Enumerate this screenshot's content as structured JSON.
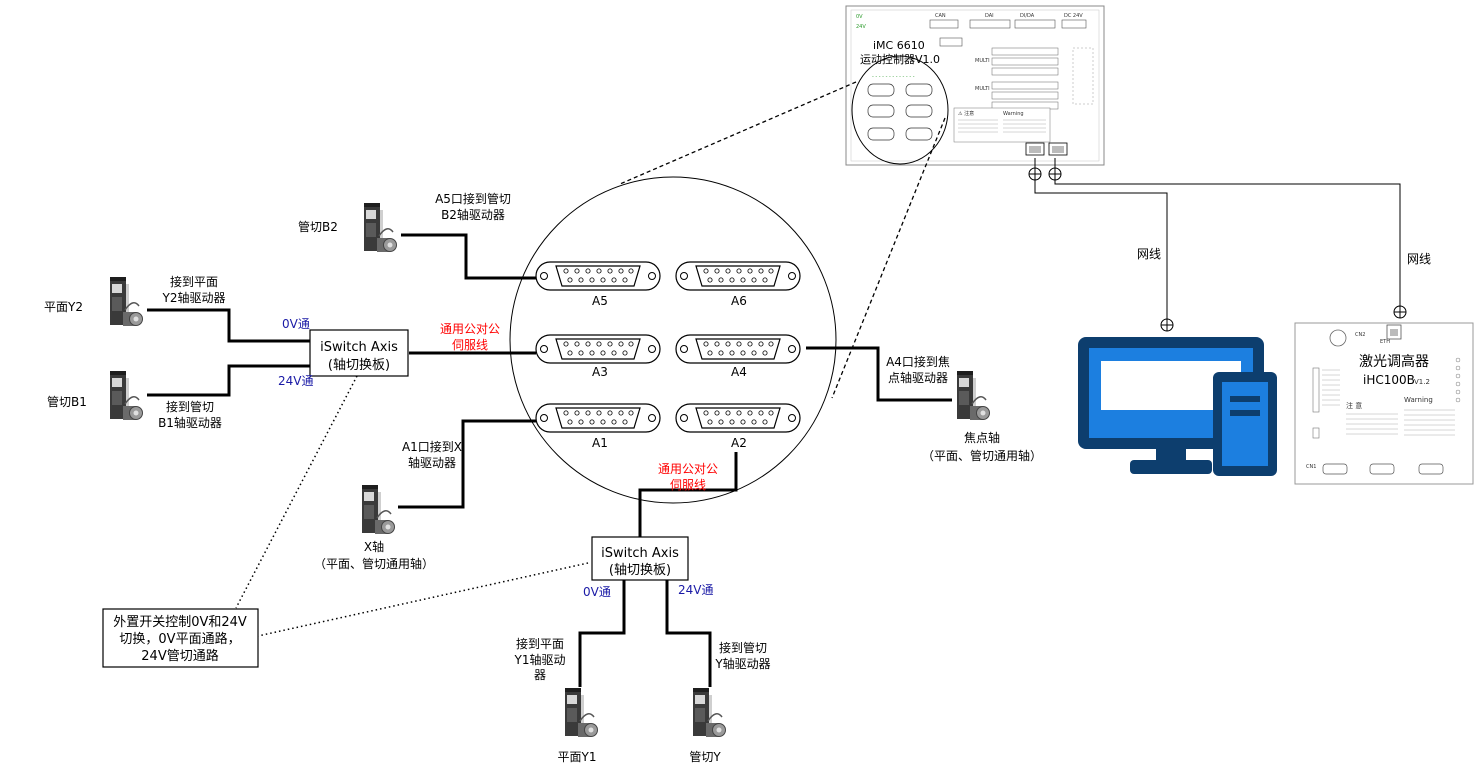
{
  "colors": {
    "accent_red": "#ff0000",
    "accent_blue": "#1a1aa6",
    "pc_blue": "#1c7fe0",
    "pc_dark": "#0d3e6e",
    "pc_screen_inner": "#ffffff",
    "motor_dark": "#333333",
    "motor_silver": "#c8c8c8"
  },
  "controller": {
    "model": "iMC 6610",
    "name": "运动控制器V1.0",
    "icon": "motion-controller-board"
  },
  "height_controller": {
    "name": "激光调高器",
    "model": "iHC100B",
    "version": "V1.2",
    "icon": "laser-height-controller-board"
  },
  "pc": {
    "icon": "desktop-computer-icon"
  },
  "network": {
    "label_left": "网线",
    "label_right": "网线"
  },
  "ports": {
    "a5": "A5",
    "a6": "A6",
    "a3": "A3",
    "a4": "A4",
    "a1": "A1",
    "a2": "A2"
  },
  "switch_boards": {
    "left": {
      "title": "iSwitch Axis",
      "subtitle": "(轴切换板)",
      "label_0v": "0V通",
      "label_24v": "24V通"
    },
    "bottom": {
      "title": "iSwitch Axis",
      "subtitle": "(轴切换板)",
      "label_0v": "0V通",
      "label_24v": "24V通"
    }
  },
  "cables": {
    "servo_cable_left": [
      "通用公对公",
      "伺服线"
    ],
    "servo_cable_bottom": [
      "通用公对公",
      "伺服线"
    ]
  },
  "motors": {
    "b2": {
      "name": "管切B2",
      "note": [
        "A5口接到管切",
        "B2轴驱动器"
      ]
    },
    "y2": {
      "name": "平面Y2",
      "note": [
        "接到平面",
        "Y2轴驱动器"
      ]
    },
    "b1": {
      "name": "管切B1",
      "note": [
        "接到管切",
        "B1轴驱动器"
      ]
    },
    "x": {
      "name": [
        "X轴",
        "（平面、管切通用轴）"
      ],
      "note": [
        "A1口接到X",
        "轴驱动器"
      ]
    },
    "focus": {
      "name": [
        "焦点轴",
        "（平面、管切通用轴）"
      ],
      "note": [
        "A4口接到焦",
        "点轴驱动器"
      ]
    },
    "y1": {
      "name": "平面Y1",
      "note": [
        "接到平面",
        "Y1轴驱动",
        "器"
      ]
    },
    "y": {
      "name": "管切Y",
      "note": [
        "接到管切",
        "Y轴驱动器"
      ]
    }
  },
  "external_switch": {
    "lines": [
      "外置开关控制0V和24V",
      "切换，0V平面通路，",
      "24V管切通路"
    ]
  }
}
